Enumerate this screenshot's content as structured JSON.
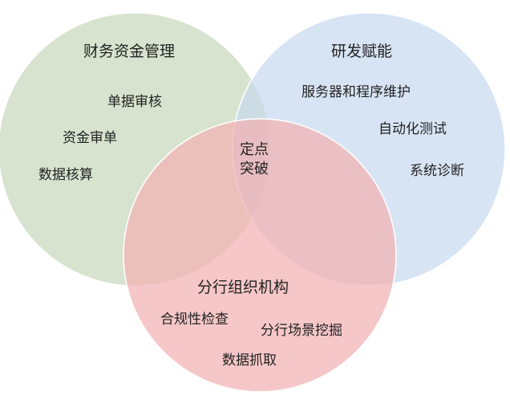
{
  "colors": {
    "finance": "#c9d9be",
    "rnd": "#c6d9ef",
    "branch": "#f2b2b3",
    "text": "#222222"
  },
  "finance": {
    "title": "财务资金管理",
    "items": [
      "单据审核",
      "资金审单",
      "数据核算"
    ]
  },
  "rnd": {
    "title": "研发赋能",
    "items": [
      "服务器和程序维护",
      "自动化测试",
      "系统诊断"
    ]
  },
  "branch": {
    "title": "分行组织机构",
    "items": [
      "合规性检查",
      "分行场景挖掘",
      "数据抓取"
    ]
  },
  "center": {
    "line1": "定点",
    "line2": "突破"
  }
}
